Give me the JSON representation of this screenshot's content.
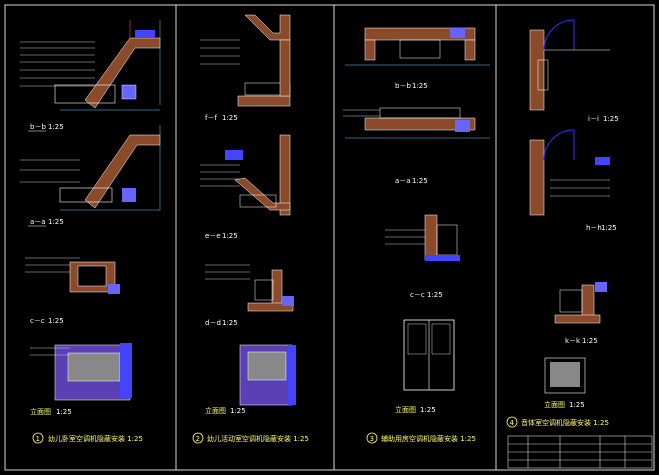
{
  "sheet": {
    "detail_labels": {
      "b_b": "b－b",
      "a_a": "a－a",
      "c_c": "c－c",
      "elev1": "立面图",
      "f_f": "f－f",
      "e_e": "e－e",
      "d_d": "d－d",
      "elev2": "立面图",
      "b_b3": "b－b",
      "a_a3": "a－a",
      "elev3": "立面图",
      "i_i": "i－i",
      "h_h": "h－h",
      "k_k": "k－k",
      "elev4": "立面图"
    },
    "scales": {
      "s": "1:25"
    },
    "captions": {
      "c1": "幼儿卧室空调机隐蔽安装  1:25",
      "c2": "幼儿活动室空调机隐蔽安装  1:25",
      "c3": "辅助用房空调机隐蔽安装  1:25",
      "c4": "音体室空调机隐蔽安装  1:25"
    },
    "circle_numbers": [
      "1",
      "2",
      "3",
      "4"
    ]
  }
}
